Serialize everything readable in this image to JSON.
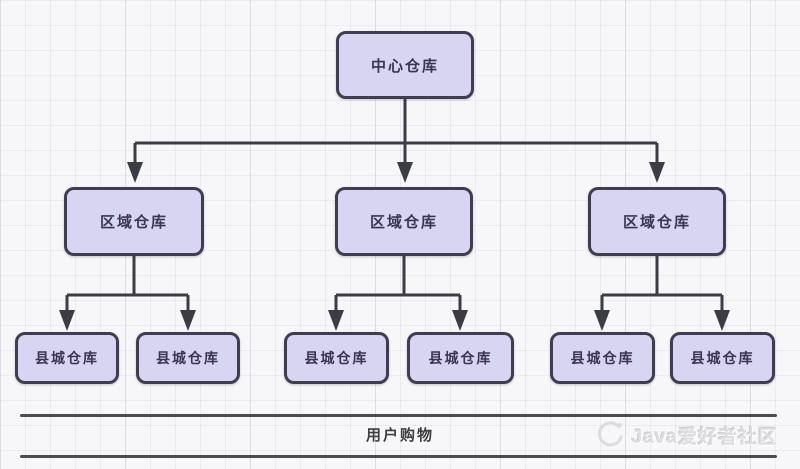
{
  "diagram": {
    "nodes": {
      "central": {
        "label": "中心仓库"
      },
      "regional": [
        {
          "label": "区域仓库"
        },
        {
          "label": "区域仓库"
        },
        {
          "label": "区域仓库"
        }
      ],
      "county": [
        {
          "label": "县城仓库"
        },
        {
          "label": "县城仓库"
        },
        {
          "label": "县城仓库"
        },
        {
          "label": "县城仓库"
        },
        {
          "label": "县城仓库"
        },
        {
          "label": "县城仓库"
        }
      ]
    },
    "footer": {
      "label": "用户购物"
    },
    "watermark": {
      "text": "Java爱好者社区",
      "icon": "community-logo-icon"
    },
    "colors": {
      "node_fill": "#d8d5f3",
      "node_border": "#413d50",
      "node_text": "#3b3552",
      "connector": "#3c3c44",
      "divider": "#4b4b4b",
      "background": "#f7f7f9",
      "watermark_text": "#dedee2"
    }
  }
}
